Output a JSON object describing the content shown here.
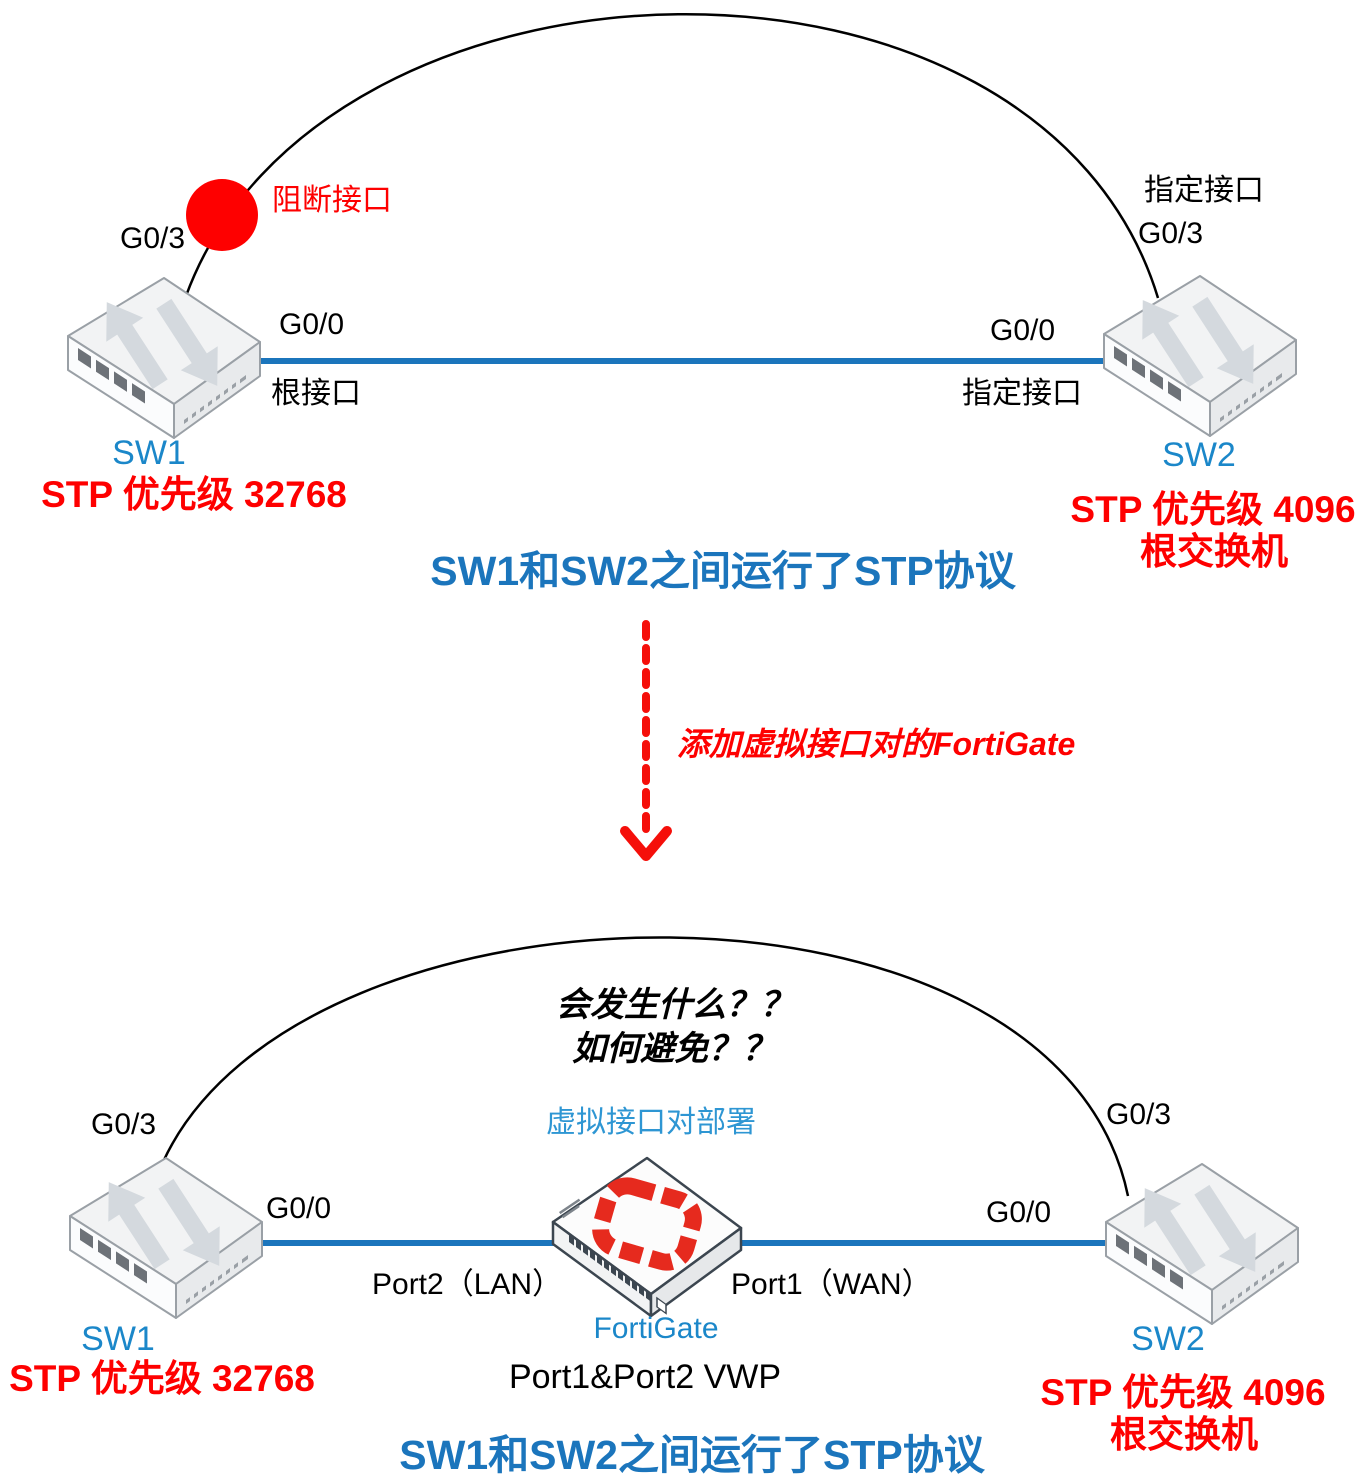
{
  "colors": {
    "caption_blue": "#1B75BC",
    "device_label_blue": "#1B87C9",
    "deploy_label_blue": "#2E96D3",
    "alert_red": "#FE0000",
    "link_blue": "#1B75BC",
    "arc_black": "#000000",
    "fortinet_logo_red": "#E62A1E"
  },
  "top": {
    "blocked_label": "阻断接口",
    "caption": "SW1和SW2之间运行了STP协议",
    "sw1": {
      "name": "SW1",
      "priority": "STP 优先级 32768",
      "port_top": "G0/3",
      "port_link": "G0/0",
      "link_role": "根接口"
    },
    "sw2": {
      "name": "SW2",
      "priority": "STP 优先级 4096",
      "role": "根交换机",
      "port_top_role": "指定接口",
      "port_top": "G0/3",
      "port_link": "G0/0",
      "link_role": "指定接口"
    }
  },
  "transition": {
    "label": "添加虚拟接口对的FortiGate"
  },
  "bottom": {
    "question1": "会发生什么？？",
    "question2": "如何避免？？",
    "deploy_label": "虚拟接口对部署",
    "caption": "SW1和SW2之间运行了STP协议",
    "fortigate": {
      "name": "FortiGate",
      "port_lan": "Port2（LAN）",
      "port_wan": "Port1（WAN）",
      "vwp_note": "Port1&Port2 VWP"
    },
    "sw1": {
      "name": "SW1",
      "priority": "STP 优先级 32768",
      "port_top": "G0/3",
      "port_link": "G0/0"
    },
    "sw2": {
      "name": "SW2",
      "priority": "STP 优先级 4096",
      "role": "根交换机",
      "port_top": "G0/3",
      "port_link": "G0/0"
    }
  }
}
